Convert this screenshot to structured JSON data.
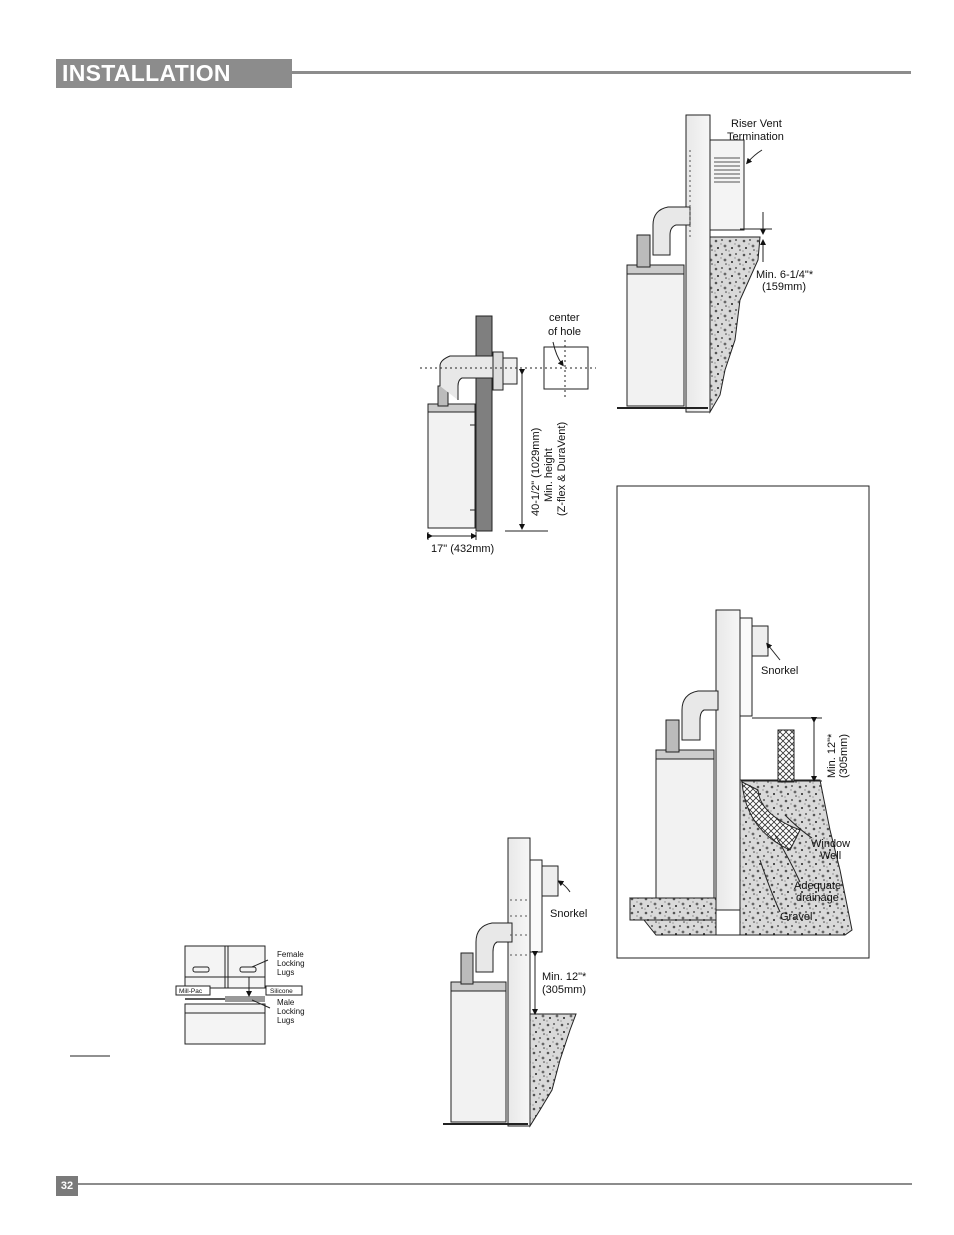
{
  "header": {
    "title": "INSTALLATION"
  },
  "footer": {
    "page_number": "32"
  },
  "fig_lugs": {
    "female": [
      "Female",
      "Locking",
      "Lugs"
    ],
    "male": [
      "Male",
      "Locking",
      "Lugs"
    ],
    "millpac": "Mill-Pac",
    "silicone": "Silicone"
  },
  "fig_horizontal": {
    "center_of_hole": [
      "center",
      "of hole"
    ],
    "height": [
      "40-1/2\" (1029mm)",
      "Min.  height",
      "(Z-flex & DuraVent)"
    ],
    "width": "17\" (432mm)"
  },
  "fig_riser": {
    "termination": [
      "Riser Vent",
      "Termination"
    ],
    "min": [
      "Min. 6-1/4\"*",
      "(159mm)"
    ]
  },
  "fig_snorkel": {
    "snorkel": "Snorkel",
    "min": [
      "Min. 12\"*",
      "(305mm)"
    ]
  },
  "fig_window_well": {
    "snorkel": "Snorkel",
    "min": [
      "Min. 12\"*",
      "(305mm)"
    ],
    "window_well": [
      "Window",
      "Well"
    ],
    "drainage": [
      "Adequate",
      "drainage"
    ],
    "gravel": "Gravel"
  }
}
